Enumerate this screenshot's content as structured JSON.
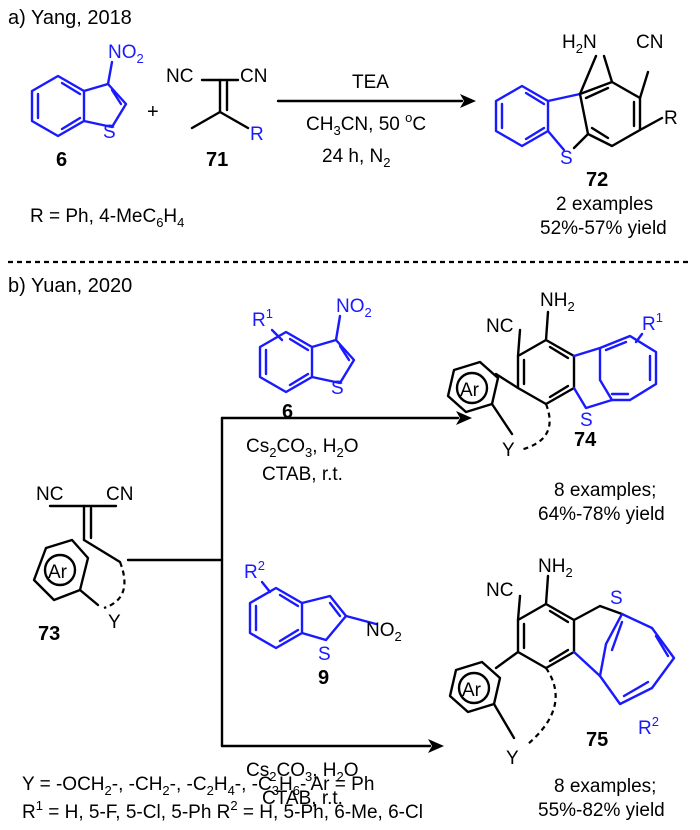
{
  "section_a": {
    "title": "a) Yang, 2018",
    "reagent1": {
      "label": "6",
      "no2": "NO",
      "no2_sub": "2",
      "s": "S"
    },
    "plus": "+",
    "reagent2": {
      "label": "71",
      "cn1": "NC",
      "cn2": "CN",
      "r": "R"
    },
    "conditions": {
      "line1": "TEA",
      "line2_a": "CH",
      "line2_sub1": "3",
      "line2_b": "CN, 50 ",
      "line2_sup": "o",
      "line2_c": "C",
      "line3_a": "24 h, N",
      "line3_sub": "2"
    },
    "product": {
      "label": "72",
      "nh2_a": "H",
      "nh2_sub": "2",
      "nh2_b": "N",
      "cn": "CN",
      "r": "R",
      "s": "S",
      "examples": "2 examples",
      "yield": "52%-57% yield"
    },
    "r_def": {
      "a": "R = Ph, 4-MeC",
      "sub1": "6",
      "b": "H",
      "sub2": "4"
    }
  },
  "section_b": {
    "title": "b) Yuan, 2020",
    "start": {
      "label": "73",
      "cn1": "NC",
      "cn2": "CN",
      "ar": "Ar",
      "y": "Y"
    },
    "top": {
      "reagent": {
        "label": "6",
        "r1": "R",
        "r1_sup": "1",
        "no2": "NO",
        "no2_sub": "2",
        "s": "S"
      },
      "cond1_a": "Cs",
      "cond1_sub1": "2",
      "cond1_b": "CO",
      "cond1_sub2": "3",
      "cond1_c": ", H",
      "cond1_sub3": "2",
      "cond1_d": "O",
      "cond2": "CTAB, r.t.",
      "product": {
        "label": "74",
        "nc": "NC",
        "nh2": "NH",
        "nh2_sub": "2",
        "r1": "R",
        "r1_sup": "1",
        "ar": "Ar",
        "s": "S",
        "y": "Y",
        "examples": "8 examples;",
        "yield": "64%-78% yield"
      }
    },
    "bottom": {
      "reagent": {
        "label": "9",
        "r2": "R",
        "r2_sup": "2",
        "no2": "NO",
        "no2_sub": "2",
        "s": "S"
      },
      "cond1_a": "Cs",
      "cond1_sub1": "2",
      "cond1_b": "CO",
      "cond1_sub2": "3",
      "cond1_c": ", H",
      "cond1_sub3": "2",
      "cond1_d": "O",
      "cond2": "CTAB, r.t.",
      "product": {
        "label": "75",
        "nc": "NC",
        "nh2": "NH",
        "nh2_sub": "2",
        "r2": "R",
        "r2_sup": "2",
        "ar": "Ar",
        "s": "S",
        "y": "Y",
        "examples": "8 examples;",
        "yield": "55%-82% yield"
      }
    },
    "footnote1": {
      "a": "Y  = -OCH",
      "sub1": "2",
      "b": "-, -CH",
      "sub2": "2",
      "c": "-, -C",
      "sub3": "2",
      "d": "H",
      "sub4": "4",
      "e": "-, -C",
      "sub5": "3",
      "f": "H",
      "sub6": "6",
      "g": "-   Ar  = Ph"
    },
    "footnote2": {
      "a": "R",
      "sup1": "1",
      "b": " = H, 5-F, 5-Cl, 5-Ph    R",
      "sup2": "2",
      "c": " = H, 5-Ph, 6-Me, 6-Cl"
    }
  }
}
